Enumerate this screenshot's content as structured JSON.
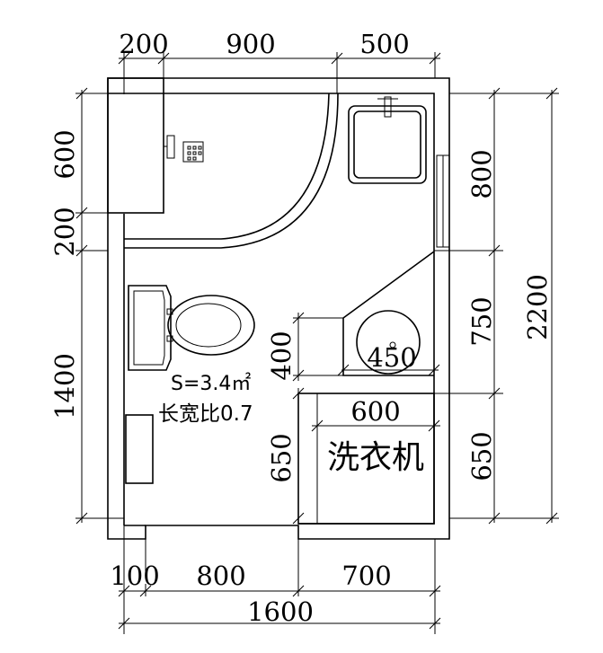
{
  "dimensions": {
    "top": [
      "200",
      "900",
      "500"
    ],
    "left": [
      "600",
      "200",
      "1400"
    ],
    "right": [
      "800",
      "750",
      "650"
    ],
    "overall_right": "2200",
    "bottom": [
      "100",
      "800",
      "700"
    ],
    "overall_bottom": "1600",
    "basin_offset": "400",
    "basin_diameter": "450",
    "washer_width": "600",
    "washer_depth": "650"
  },
  "annotations": {
    "area": "S=3.4㎡",
    "ratio": "长宽比0.7",
    "washer": "洗衣机"
  }
}
